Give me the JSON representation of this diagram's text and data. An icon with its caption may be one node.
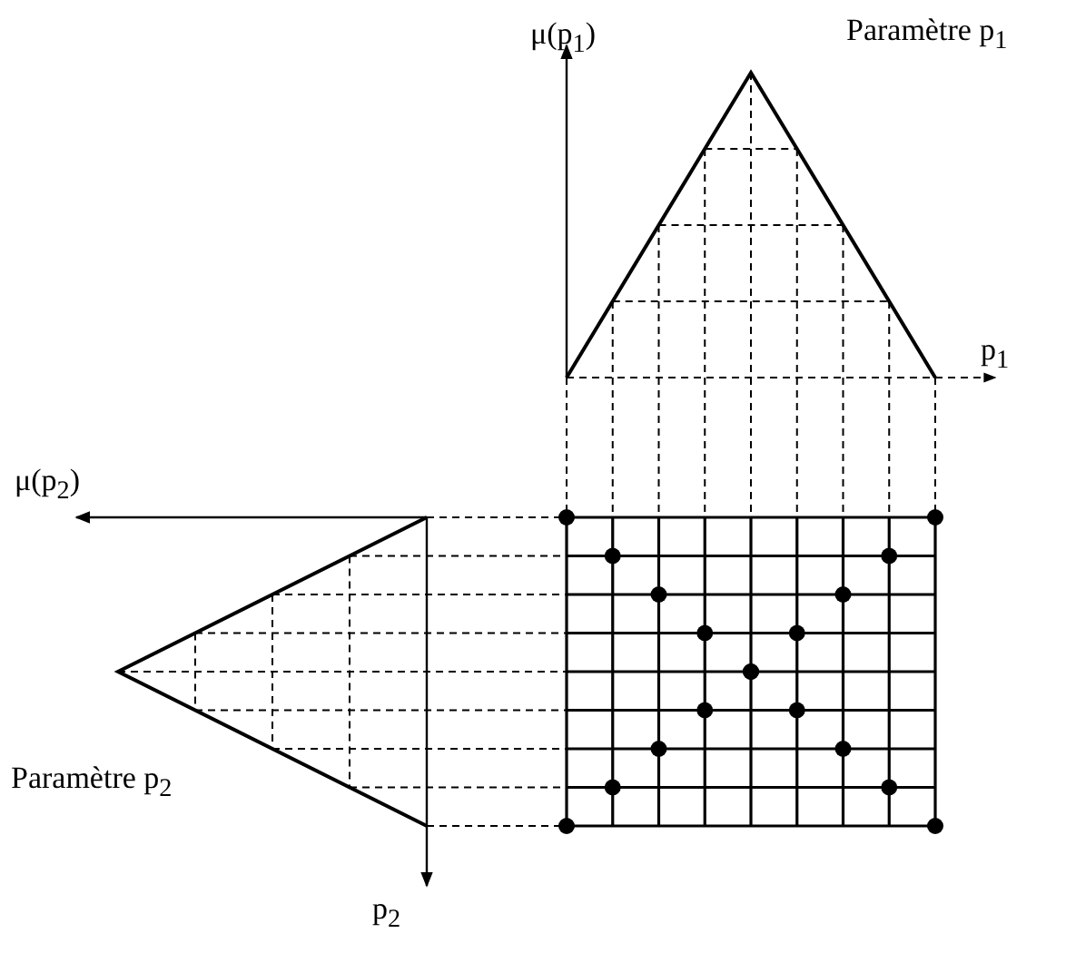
{
  "diagram": {
    "labels": [
      "μ(p$_{1}$)",
      "Paramètre p$_{1}$",
      "p$_{1}$",
      "μ(p$_{2}$)",
      "Paramètre p$_{2}$",
      "p$_{2}$"
    ]
  }
}
